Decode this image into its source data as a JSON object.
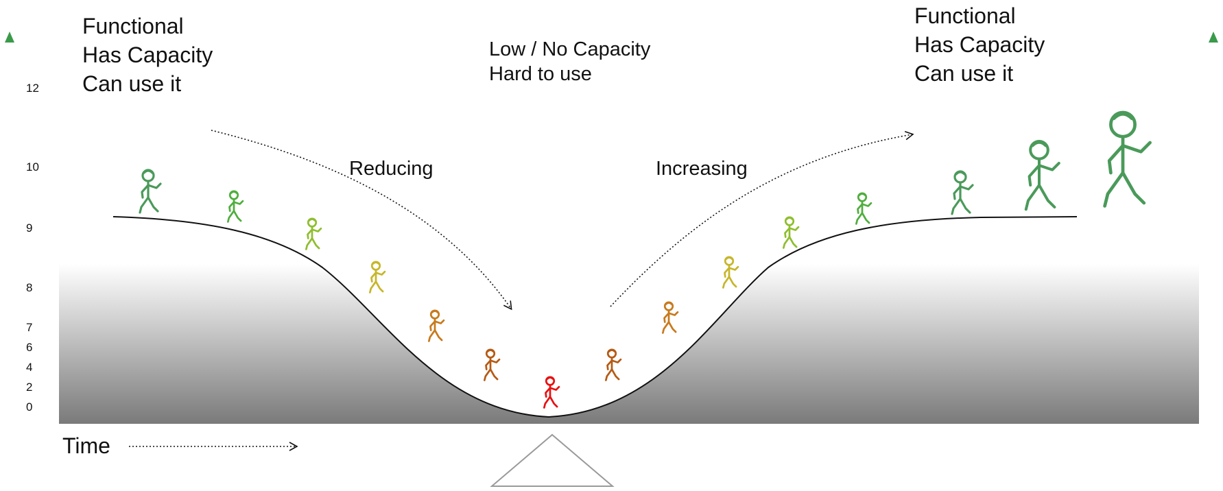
{
  "labels": {
    "left_state": [
      "Functional",
      "Has Capacity",
      "Can use it"
    ],
    "middle_state": [
      "Low / No Capacity",
      "Hard to use"
    ],
    "right_state": [
      "Functional",
      "Has Capacity",
      "Can use it"
    ],
    "reducing": "Reducing",
    "increasing": "Increasing",
    "time": "Time"
  },
  "scale_ticks": [
    "12",
    "10",
    "9",
    "8",
    "7",
    "6",
    "4",
    "2",
    "0"
  ],
  "figures": [
    {
      "color": "#4a9a5a",
      "scale": 1.0
    },
    {
      "color": "#4fae3e",
      "scale": 0.72
    },
    {
      "color": "#8fbe2e",
      "scale": 0.72
    },
    {
      "color": "#c7b629",
      "scale": 0.72
    },
    {
      "color": "#c87a1c",
      "scale": 0.72
    },
    {
      "color": "#b55a14",
      "scale": 0.72
    },
    {
      "color": "#e81010",
      "scale": 0.72
    },
    {
      "color": "#b55a14",
      "scale": 0.72
    },
    {
      "color": "#c87a1c",
      "scale": 0.72
    },
    {
      "color": "#c7b629",
      "scale": 0.72
    },
    {
      "color": "#8fbe2e",
      "scale": 0.72
    },
    {
      "color": "#4fae3e",
      "scale": 0.72
    },
    {
      "color": "#4a9a5a",
      "scale": 1.0
    },
    {
      "color": "#4a9a5a",
      "scale": 1.6
    },
    {
      "color": "#4a9a5a",
      "scale": 2.2
    }
  ],
  "colors": {
    "scale_top": "#3a9a4a",
    "scale_bottom": "#e8141a",
    "curve": "#111111",
    "ground_dark": "#7a7a7a",
    "fulcrum": "#9a9a9a"
  }
}
